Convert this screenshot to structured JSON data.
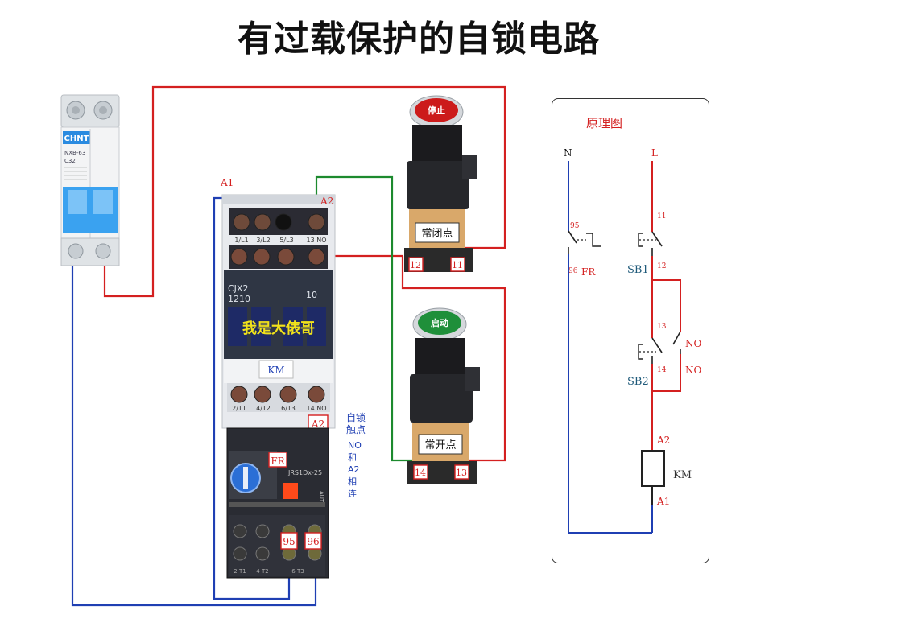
{
  "title": "有过载保护的自锁电路",
  "breaker": {
    "brand": "CHNT",
    "model": "NXB-63",
    "rating": "C32"
  },
  "contactor": {
    "terminals_top": [
      "1/L1",
      "3/L2",
      "5/L3",
      "13 NO"
    ],
    "model": "CJX2\n1210",
    "model_line1": "CJX2",
    "model_line2": "1210",
    "aux": "10",
    "watermark": "我是大俵哥",
    "label": "KM",
    "terminals_bottom": [
      "2/T1",
      "4/T2",
      "6/T3",
      "14 NO"
    ],
    "a1": "A1",
    "a2_top": "A2",
    "a2_bottom": "A2"
  },
  "relay": {
    "label": "FR",
    "model": "JRS1Dx-25",
    "t95": "95",
    "t96": "96",
    "auto": "AUTO",
    "bottom_terminals": [
      "2 T1",
      "4 T2",
      "6 T3"
    ]
  },
  "stop_button": {
    "cap": "停止",
    "caption": "常闭点",
    "left": "12",
    "right": "11"
  },
  "start_button": {
    "cap": "启动",
    "caption": "常开点",
    "left": "14",
    "right": "13"
  },
  "self_lock_note": {
    "line1": "自锁",
    "line2": "触点",
    "line3": "NO",
    "line4": "和",
    "line5": "A2",
    "line6": "相",
    "line7": "连"
  },
  "schematic": {
    "title": "原理图",
    "N": "N",
    "L": "L",
    "fr_95": "95",
    "fr_96": "96",
    "fr": "FR",
    "sb1_11": "11",
    "sb1_12": "12",
    "sb1": "SB1",
    "sb2_13": "13",
    "sb2_14": "14",
    "sb2": "SB2",
    "no1": "NO",
    "no2": "NO",
    "a2": "A2",
    "km": "KM",
    "a1": "A1"
  },
  "colors": {
    "red_wire": "#d42020",
    "blue_wire": "#1f3fb3",
    "green_wire": "#1c8a2e"
  }
}
